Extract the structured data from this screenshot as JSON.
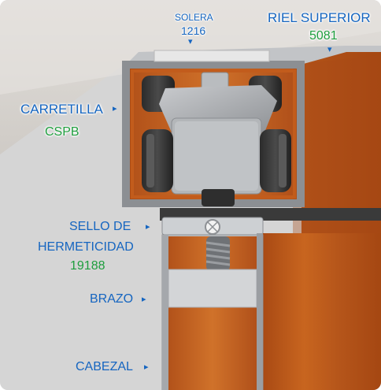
{
  "labels": {
    "solera": "SOLERA",
    "solera_code": "1216",
    "riel_superior": "RIEL SUPERIOR",
    "riel_superior_code": "5081",
    "carretilla": "CARRETILLA",
    "carretilla_code": "CSPB",
    "sello_line1": "SELLO DE",
    "sello_line2": "HERMETICIDAD",
    "sello_code": "19188",
    "brazo": "BRAZO",
    "cabezal": "CABEZAL"
  },
  "icons": {
    "right_arrow": "▸",
    "down_arrow": "▾"
  },
  "colors": {
    "label_blue": "#1565c0",
    "code_green": "#1e9e3e",
    "code_blue": "#1565c0",
    "wood": "#b8561a",
    "aluminum": "#a9acb0",
    "ceiling": "#d9d5d0",
    "wall": "#d6d6d6"
  }
}
